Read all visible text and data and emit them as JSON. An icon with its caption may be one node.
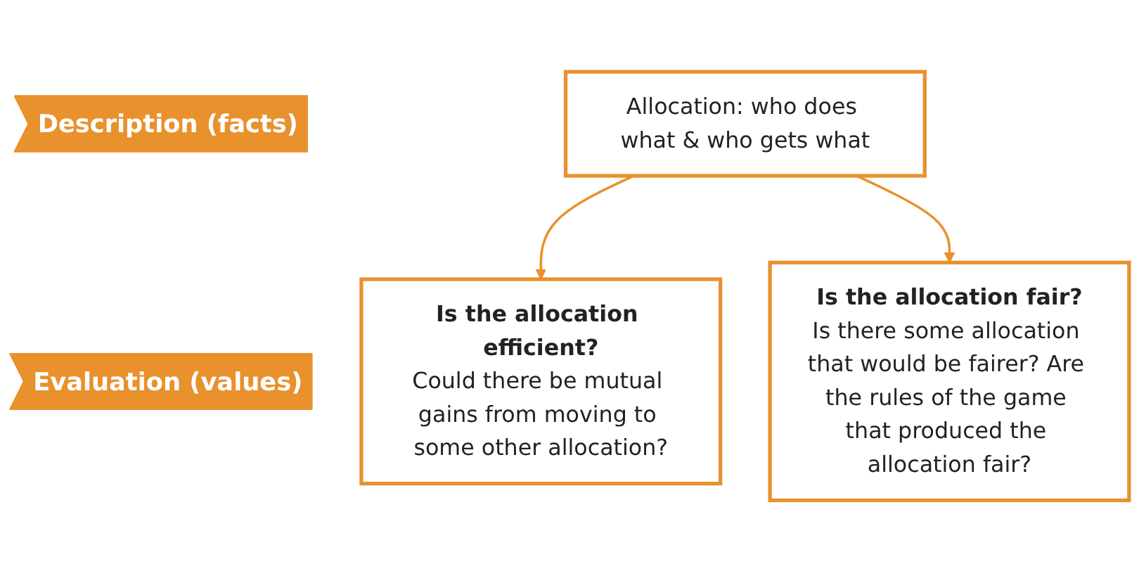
{
  "diagram": {
    "nodes": [
      {
        "text": [
          "Description (facts)"
        ]
      },
      {
        "text": [
          "Evaluation (values)"
        ]
      },
      {
        "text": [
          "Allocation: who does what & who gets what"
        ]
      },
      {
        "text": [
          "Is the allocation efficient?",
          "Could there be mutual gains from moving to some other allocation?"
        ]
      },
      {
        "text": [
          "Is the allocation fair?",
          "Is there some allocation that would be fairer? Are the rules of the game that produced the allocation fair?"
        ]
      }
    ],
    "edges": [
      {
        "from": 2,
        "to": 3,
        "arrow": "to"
      },
      {
        "from": 2,
        "to": 4,
        "arrow": "to"
      }
    ]
  }
}
